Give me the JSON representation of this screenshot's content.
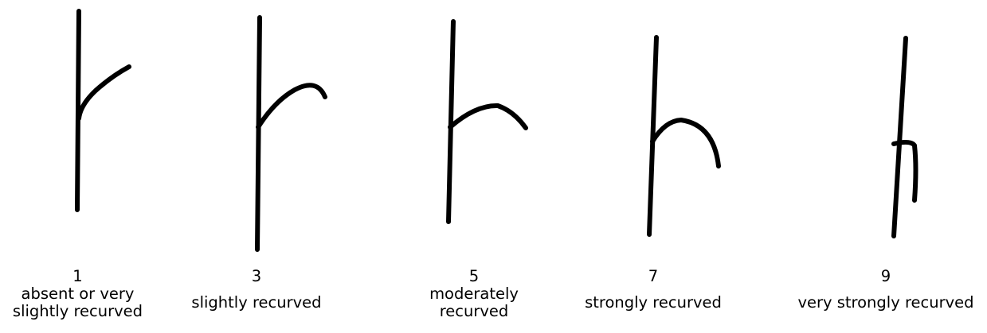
{
  "figure": {
    "items": [
      {
        "score": "1",
        "note": "absent or very slightly recurved"
      },
      {
        "score": "3",
        "note": "slightly recurved"
      },
      {
        "score": "5",
        "note": "moderately recurved"
      },
      {
        "score": "7",
        "note": "strongly recurved"
      },
      {
        "score": "9",
        "note": "very strongly recurved"
      }
    ]
  }
}
